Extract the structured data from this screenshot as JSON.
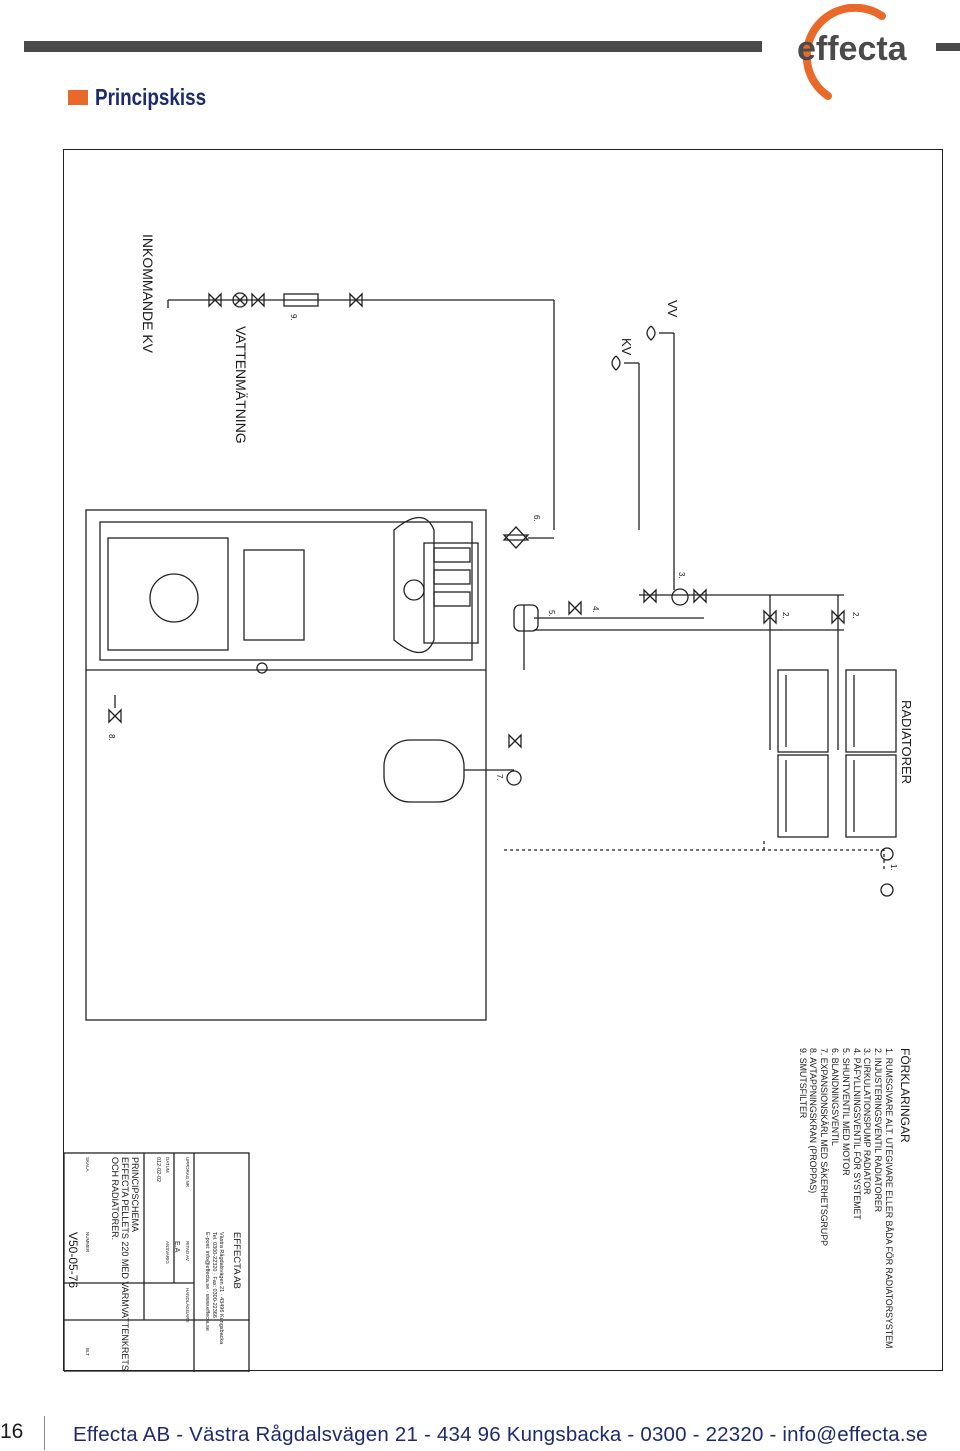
{
  "header": {
    "section_title": "Principskiss",
    "brand": "effecta"
  },
  "diagram": {
    "labels": {
      "incoming_cold_water": "INKOMMANDE KV",
      "water_metering": "VATTENMÄTNING",
      "cold_water": "KV",
      "hot_water": "VV",
      "radiators": "RADIATORER"
    },
    "numbers": {
      "n1": "1.",
      "n2a": "2.",
      "n2b": "2.",
      "n3": "3.",
      "n4": "4.",
      "n5": "5.",
      "n6": "6.",
      "n7": "7.",
      "n8": "8.",
      "n9": "9."
    },
    "legend_title": "FÖRKLARINGAR",
    "legend_items": [
      "1. RUMSGIVARE ALT. UTEGIVARE ELLER BÅDA FÖR RADIATORSYSTEM",
      "2. INJUSTERINGSVENTIL RADIATORER",
      "3. CIRKULATIONSPUMP RADIATOR",
      "4. PÅFYLLNINGSVENTIL FÖR SYSTEMET",
      "5. SHUNTVENTIL MED MOTOR",
      "6. BLANDNINGSVENTIL",
      "7. EXPANSIONSKÄRL MED SÄKERHETSGRUPP",
      "8. AVTAPPNINGSKRAN (PROPPAS)",
      "9. SMUTSFILTER"
    ]
  },
  "title_block": {
    "company": "EFFECTA AB",
    "address": "Västra Rågdalsvägen 21 · 43496 Kungsbacka",
    "phone": "Tel. 0300-22320 · Fax: 0300-22366",
    "email": "E-post: info@effecta.se · www.effecta.se",
    "label_uppdrag": "UPPDRAG NR",
    "label_ritad": "RITAD AV",
    "value_ritad": "E.A",
    "label_handlaggare": "HANDLÄGGARE",
    "label_datum": "DATUM",
    "value_datum": "012-02-02",
    "label_ansvarig": "ANSVARIG",
    "drawing_title": "PRINCIPSCHEMA",
    "drawing_sub1": "EFFECTA PELLETS 220 MED VARMVATTENKRETS",
    "drawing_sub2": "OCH RADIATORER.",
    "label_skala": "SKALA",
    "label_nummer": "NUMMER",
    "value_nummer": "V50-05-76",
    "label_blad": "BLT"
  },
  "footer": {
    "page_number": "16",
    "contact_line": "Effecta AB - Västra Rågdalsvägen 21 - 434 96 Kungsbacka - 0300 - 22320 - info@effecta.se"
  },
  "colors": {
    "accent_orange": "#e8692a",
    "title_navy": "#1e2a6e",
    "rule_gray": "#4a4a4a"
  }
}
